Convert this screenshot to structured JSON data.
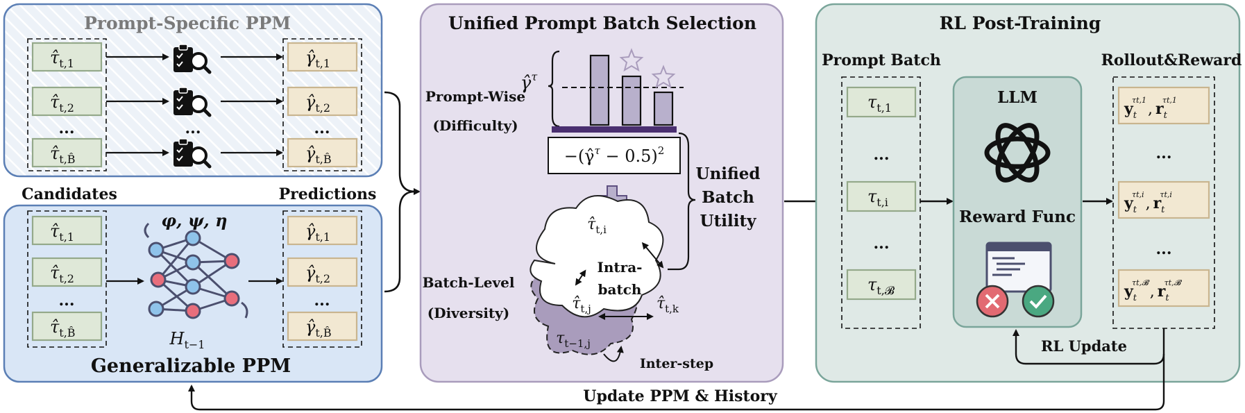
{
  "panels": {
    "prompt_specific": {
      "title": "Prompt-Specific PPM"
    },
    "generalizable": {
      "title": "Generalizable PPM",
      "params": "φ, ψ, η",
      "history": "H",
      "history_sub": "t−1"
    },
    "selection": {
      "title": "Unified Prompt Batch Selection"
    },
    "rl": {
      "title": "RL Post-Training"
    }
  },
  "labels": {
    "candidates": "Candidates",
    "predictions": "Predictions",
    "dots": "...",
    "prompt_wise": "Prompt-Wise",
    "difficulty": "(Difficulty)",
    "batch_level": "Batch-Level",
    "diversity": "(Diversity)",
    "unified": "Unified",
    "batch": "Batch",
    "utility": "Utility",
    "intra": "Intra-",
    "intra2": "batch",
    "inter_step": "Inter-step",
    "prompt_batch": "Prompt Batch",
    "rollout_reward": "Rollout&Reward",
    "llm": "LLM",
    "reward_func": "Reward Func",
    "rl_update": "RL Update",
    "update_ppm": "Update PPM & History"
  },
  "math": {
    "tau_hat": "τ̂",
    "gamma_hat": "γ̂",
    "tau": "τ",
    "sub1": "t,1",
    "sub2": "t,2",
    "subB": "t,B̂",
    "subi": "t,i",
    "subj": "t,j",
    "subk": "t,k",
    "subBcal": "t,𝓑",
    "tau_prev": "τ",
    "sub_prev": "t−1,j",
    "gamma_tau": "γ̂",
    "gamma_tau_sup": "τ",
    "utility_formula": "−(γ̂",
    "utility_sup": "τ",
    "utility_rest": " − 0.5)",
    "utility_sq": "2",
    "y": "y",
    "r": "r",
    "t": "t",
    "sup1": "τt,1",
    "supi": "τt,i",
    "supB": "τt,𝓑"
  },
  "colors": {
    "ps_fill": "#e8eef6",
    "ps_border": "#5b7fb5",
    "gen_fill": "#d9e6f6",
    "sel_fill": "#e6e0ee",
    "sel_border": "#a99cbc",
    "rl_fill": "#dfe9e6",
    "rl_border": "#7aa59a",
    "cand_fill": "#dfe8d8",
    "cand_border": "#94a98a",
    "pred_fill": "#f2e8d2",
    "pred_border": "#c9b58f",
    "bar_fill": "#b8b0cc",
    "llm_fill": "#c9dad6",
    "cloud_dark": "#a99cbc",
    "red": "#e26a72",
    "green": "#4aa881"
  }
}
